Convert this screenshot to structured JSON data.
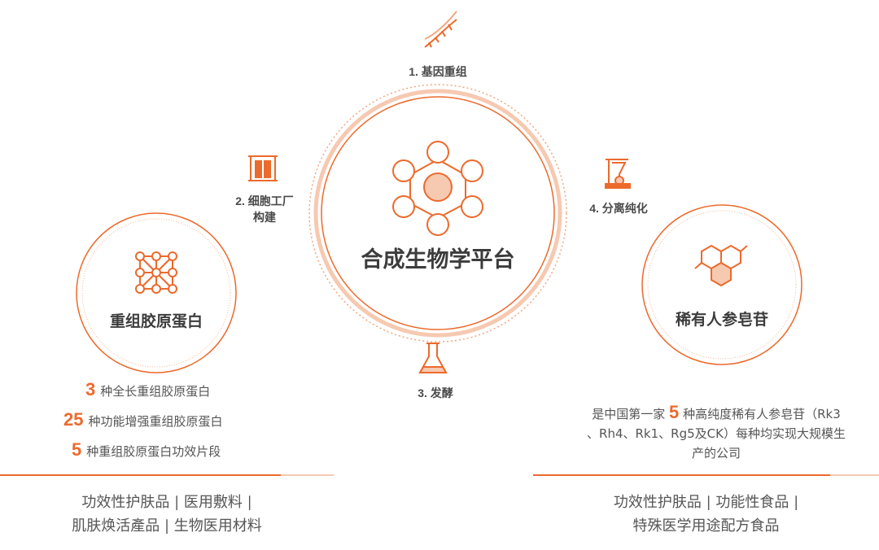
{
  "center": {
    "title": "合成生物学平台",
    "icon": "molecular-network-icon"
  },
  "steps": [
    {
      "label": "1. 基因重组",
      "icon": "dna-icon"
    },
    {
      "label_line1": "2. 细胞工厂",
      "label_line2": "构建",
      "icon": "bioreactor-icon"
    },
    {
      "label": "3. 发酵",
      "icon": "flask-icon"
    },
    {
      "label": "4. 分离纯化",
      "icon": "separation-funnel-icon"
    }
  ],
  "left": {
    "title": "重组胶原蛋白",
    "icon": "collagen-lattice-icon",
    "stats": [
      {
        "num": "3",
        "text": "种全长重组胶原蛋白"
      },
      {
        "num": "25",
        "text": "种功能增强重组胶原蛋白"
      },
      {
        "num": "5",
        "text": "种重组胶原蛋白功效片段"
      }
    ],
    "applications": [
      "功效性护肤品 | 医用敷料 |",
      "肌肤焕活產品 | 生物医用材料"
    ]
  },
  "right": {
    "title": "稀有人参皂苷",
    "icon": "hexagon-molecule-icon",
    "desc_pre": "是中国第一家",
    "desc_num": "5",
    "desc_post": "种高纯度稀有人参皂苷（Rk3",
    "desc_line2": "、Rh4、Rk1、Rg5及CK）每种均实现大规模生",
    "desc_line3": "产的公司",
    "applications": [
      "功效性护肤品 | 功能性食品 |",
      "特殊医学用途配方食品"
    ]
  },
  "colors": {
    "accent": "#ec6a2c",
    "accent_light": "#f6c9b1",
    "text": "#4a4a4a"
  }
}
